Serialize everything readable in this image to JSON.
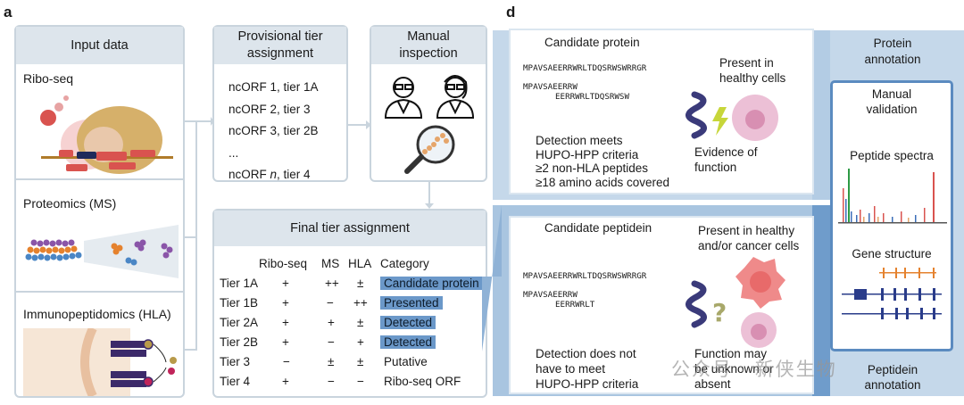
{
  "panel_a": {
    "letter": "a",
    "input_box": {
      "title": "Input data",
      "ribo": "Ribo-seq",
      "proteomics": "Proteomics (MS)",
      "immuno": "Immunopeptidomics (HLA)"
    },
    "provisional": {
      "title_line1": "Provisional tier",
      "title_line2": "assignment",
      "items": [
        "ncORF 1, tier 1A",
        "ncORF 2, tier 3",
        "ncORF 3, tier 2B",
        "...",
        "ncORF ",
        "n",
        ", tier 4"
      ]
    },
    "manual": {
      "title_line1": "Manual",
      "title_line2": "inspection"
    },
    "final": {
      "title": "Final tier assignment",
      "headers": [
        "Ribo-seq",
        "MS",
        "HLA",
        "Category"
      ],
      "rows": [
        {
          "tier": "Tier 1A",
          "ribo": "+",
          "ms": "++",
          "hla": "±",
          "cat": "Candidate protein"
        },
        {
          "tier": "Tier 1B",
          "ribo": "+",
          "ms": "−",
          "hla": "++",
          "cat": "Presented"
        },
        {
          "tier": "Tier 2A",
          "ribo": "+",
          "ms": "+",
          "hla": "±",
          "cat": "Detected"
        },
        {
          "tier": "Tier 2B",
          "ribo": "+",
          "ms": "−",
          "hla": "+",
          "cat": "Detected"
        },
        {
          "tier": "Tier 3",
          "ribo": "−",
          "ms": "±",
          "hla": "±",
          "cat": "Putative"
        },
        {
          "tier": "Tier 4",
          "ribo": "+",
          "ms": "−",
          "hla": "−",
          "cat": "Ribo-seq ORF"
        }
      ]
    }
  },
  "panel_d": {
    "letter": "d",
    "protein": {
      "title": "Candidate protein",
      "seq1": "MPAVSAEERRWRLTDQSRWSWRRGR",
      "seq2": "MPAVSAEERRW",
      "seq3": "EERRWRLTDQSRWSW",
      "present_line1": "Present in",
      "present_line2": "healthy cells",
      "evidence_line1": "Evidence of",
      "evidence_line2": "function",
      "detect_line1": "Detection meets",
      "detect_line2": "HUPO-HPP criteria",
      "detect_line3": "≥2 non-HLA peptides",
      "detect_line4": "≥18 amino acids covered"
    },
    "peptidein": {
      "title": "Candidate peptidein",
      "seq1": "MPAVSAEERRWRLTDQSRWSWRRGR",
      "seq2": "MPAVSAEERRW",
      "seq3": "EERRWRLT",
      "present_line1": "Present in healthy",
      "present_line2": "and/or cancer cells",
      "detect_line1": "Detection does not",
      "detect_line2": "have to meet",
      "detect_line3": "HUPO-HPP criteria",
      "func_line1": "Function may",
      "func_line2": "be unknown or",
      "func_line3": "absent"
    },
    "right": {
      "protein_ann_line1": "Protein",
      "protein_ann_line2": "annotation",
      "manual_line1": "Manual",
      "manual_line2": "validation",
      "spectra": "Peptide spectra",
      "gene": "Gene structure",
      "peptidein_ann_line1": "Peptidein",
      "peptidein_ann_line2": "annotation"
    },
    "watermark": "公众号 · 新侠生物"
  },
  "colors": {
    "box_border": "#c9d4dd",
    "box_head": "#dde5ec",
    "highlight": "#6b98c9",
    "panel_blue": "#a9c5e0",
    "deep_blue": "#5b8bc0",
    "helix": "#3a3a7a",
    "cell_pink": "#e8a0b8",
    "cell_red": "#e86a6a"
  }
}
